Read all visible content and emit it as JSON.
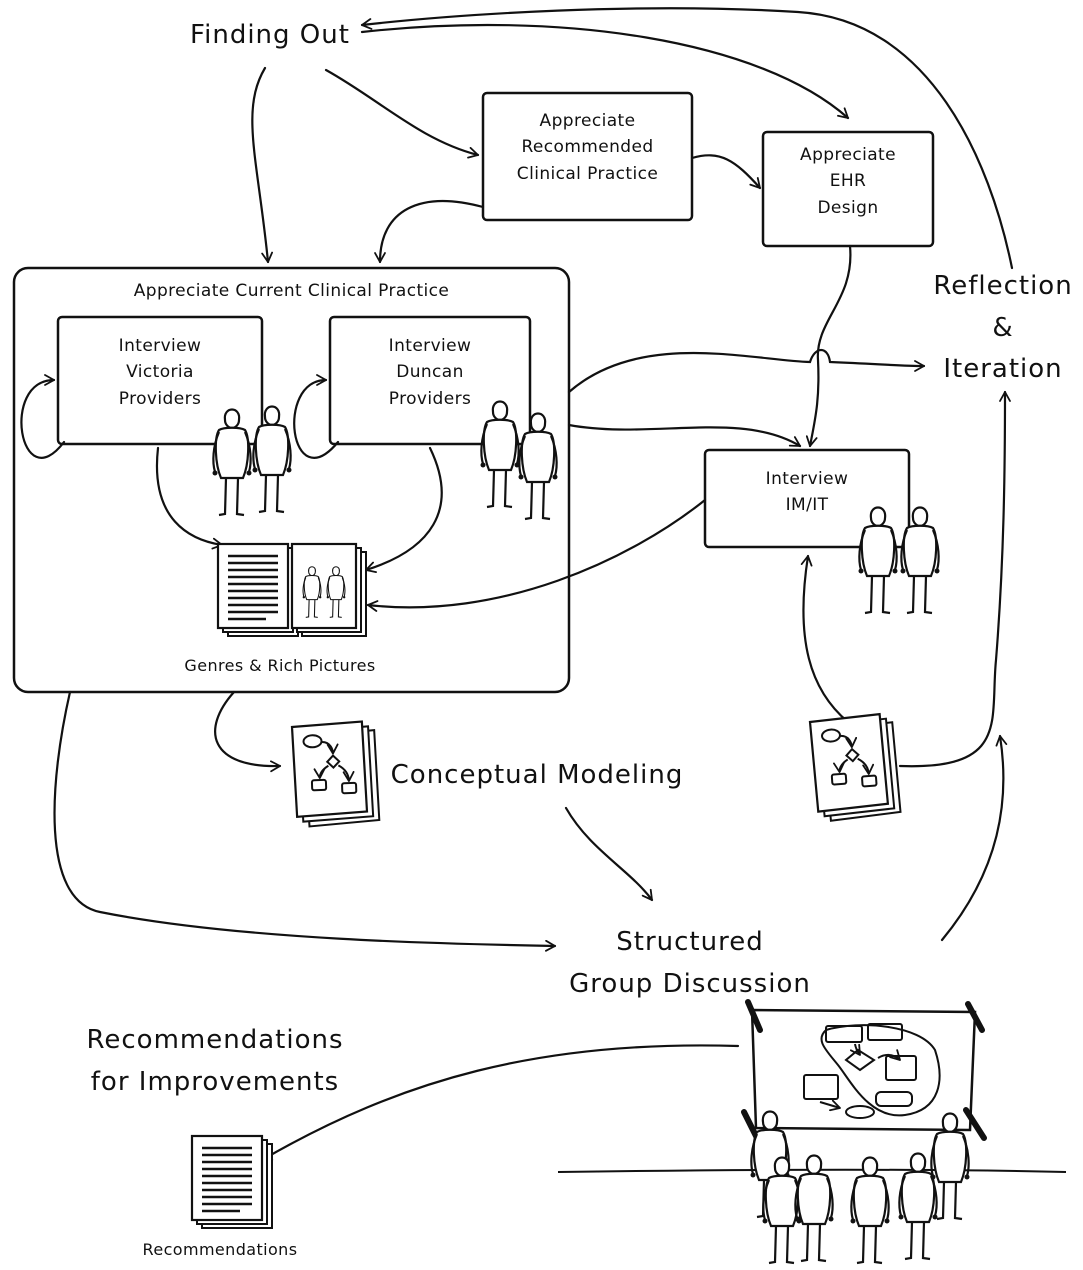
{
  "finding_out": "Finding Out",
  "boxes": {
    "recommended": [
      "Appreciate",
      "Recommended",
      "Clinical Practice"
    ],
    "ehr": [
      "Appreciate",
      "EHR",
      "Design"
    ],
    "current": "Appreciate Current Clinical Practice",
    "victoria": [
      "Interview",
      "Victoria",
      "Providers"
    ],
    "duncan": [
      "Interview",
      "Duncan",
      "Providers"
    ],
    "imit": [
      "Interview",
      "IM/IT"
    ]
  },
  "reflection": [
    "Reflection",
    "&",
    "Iteration"
  ],
  "genres": "Genres & Rich Pictures",
  "conceptual_modeling": "Conceptual Modeling",
  "structured": [
    "Structured",
    "Group Discussion"
  ],
  "recommendations_heading": [
    "Recommendations",
    "for Improvements"
  ],
  "recommendations_doc": "Recommendations",
  "icons": [
    "person-icon",
    "document-icon",
    "rich-picture-icon",
    "concept-model-icon",
    "whiteboard-icon"
  ]
}
